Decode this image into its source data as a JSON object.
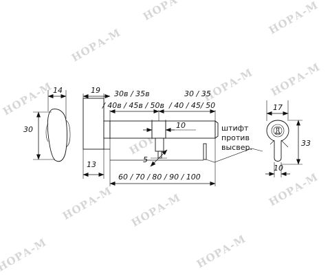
{
  "watermark": "НОРА-М",
  "dimensions": {
    "knob_width": "14",
    "knob_height": "30",
    "cam_offset": "19",
    "knob_side_thickness": "13",
    "left_len_line1": "30в / 35в",
    "left_len_line2": "/ 40в / 45в / 50в",
    "right_len_line1": "30 / 35",
    "right_len_line2": "/ 40 / 45/ 50",
    "cam_width": "10",
    "screw_offset": "5",
    "total_length": "60 / 70 / 80 / 90 / 100",
    "profile_width": "17",
    "profile_height": "33",
    "profile_bottom_width": "10"
  },
  "note_lines": [
    "штифт",
    "против",
    "высвер."
  ]
}
